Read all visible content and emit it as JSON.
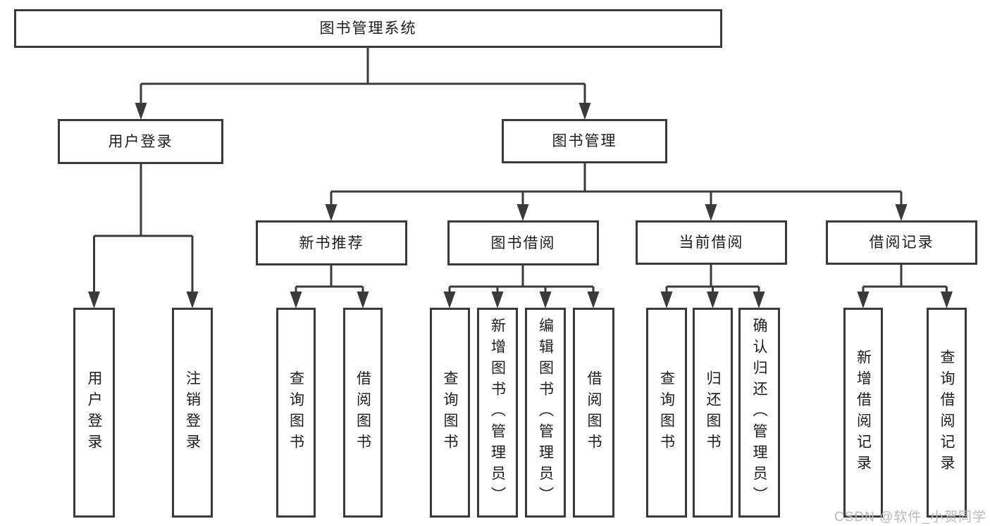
{
  "colors": {
    "line": "#3a3a3a",
    "box_border": "#3a3a3a",
    "box_fill": "#ffffff",
    "text": "#1d1d1d",
    "background": "#ffffff",
    "watermark": "#b9b9b9"
  },
  "nodes": {
    "root": "图书管理系统",
    "user_login": "用户登录",
    "book_mgmt": "图书管理",
    "new_book_rec": "新书推荐",
    "book_borrow": "图书借阅",
    "current_borrow": "当前借阅",
    "borrow_records": "借阅记录",
    "ul_user_login": "用户登录",
    "ul_logout": "注销登录",
    "nb_query_book": "查询图书",
    "nb_borrow_book": "借阅图书",
    "bb_query_book": "查询图书",
    "bb_add_book": "新增图书（管理员）",
    "bb_edit_book": "编辑图书（管理员）",
    "bb_borrow_book": "借阅图书",
    "cb_query_book": "查询图书",
    "cb_return_book": "归还图书",
    "cb_confirm_return": "确认归还（管理员）",
    "br_add_record": "新增借阅记录",
    "br_query_record": "查询借阅记录"
  },
  "edges": [
    {
      "from": "root",
      "to": "user_login"
    },
    {
      "from": "root",
      "to": "book_mgmt"
    },
    {
      "from": "user_login",
      "to": "ul_user_login"
    },
    {
      "from": "user_login",
      "to": "ul_logout"
    },
    {
      "from": "book_mgmt",
      "to": "new_book_rec"
    },
    {
      "from": "book_mgmt",
      "to": "book_borrow"
    },
    {
      "from": "book_mgmt",
      "to": "current_borrow"
    },
    {
      "from": "book_mgmt",
      "to": "borrow_records"
    },
    {
      "from": "new_book_rec",
      "to": "nb_query_book"
    },
    {
      "from": "new_book_rec",
      "to": "nb_borrow_book"
    },
    {
      "from": "book_borrow",
      "to": "bb_query_book"
    },
    {
      "from": "book_borrow",
      "to": "bb_add_book"
    },
    {
      "from": "book_borrow",
      "to": "bb_edit_book"
    },
    {
      "from": "book_borrow",
      "to": "bb_borrow_book"
    },
    {
      "from": "current_borrow",
      "to": "cb_query_book"
    },
    {
      "from": "current_borrow",
      "to": "cb_return_book"
    },
    {
      "from": "current_borrow",
      "to": "cb_confirm_return"
    },
    {
      "from": "borrow_records",
      "to": "br_add_record"
    },
    {
      "from": "borrow_records",
      "to": "br_query_record"
    }
  ],
  "watermark": "CSDN @软件_小贺同学"
}
